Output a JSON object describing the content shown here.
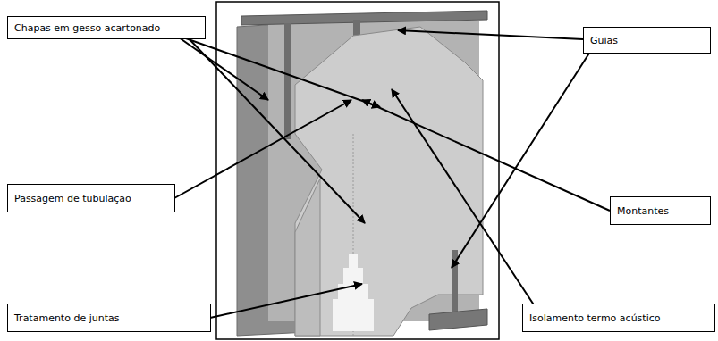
{
  "diagram": {
    "nodes": [
      {
        "text": [
          "Chapas em gesso acartonado"
        ]
      },
      {
        "text": [
          "Guias"
        ]
      },
      {
        "text": [
          "Passagem de tubulação"
        ]
      },
      {
        "text": [
          "Montantes"
        ]
      },
      {
        "text": [
          "Tratamento de juntas"
        ]
      },
      {
        "text": [
          "Isolamento termo acústico"
        ]
      }
    ]
  }
}
